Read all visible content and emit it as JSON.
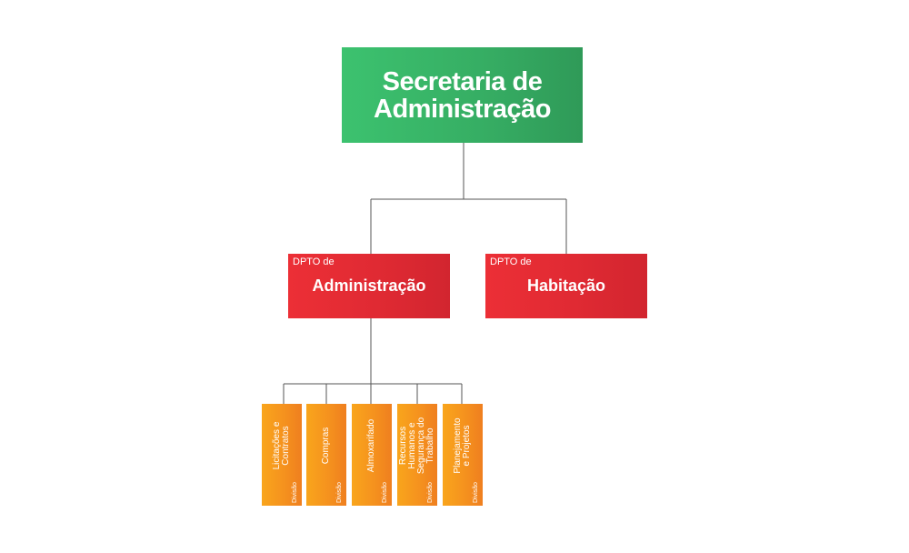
{
  "org_chart": {
    "root": {
      "title": "Secretaria de\nAdministração"
    },
    "departments": [
      {
        "prefix": "DPTO de",
        "name": "Administração"
      },
      {
        "prefix": "DPTO de",
        "name": "Habitação"
      }
    ],
    "divisions": [
      {
        "label": "Divisão",
        "name": "Licitações e\nContratos"
      },
      {
        "label": "Divisão",
        "name": "Compras"
      },
      {
        "label": "Divisão",
        "name": "Almoxarifado"
      },
      {
        "label": "Divisão",
        "name": "Recursos Humanos e\nSegurança do Trabalho"
      },
      {
        "label": "Divisão",
        "name": "Planejamento\ne Projetos"
      }
    ],
    "colors": {
      "root": "#36ad63",
      "department": "#e02a33",
      "division": "#f5921e",
      "connector": "#555555"
    }
  }
}
